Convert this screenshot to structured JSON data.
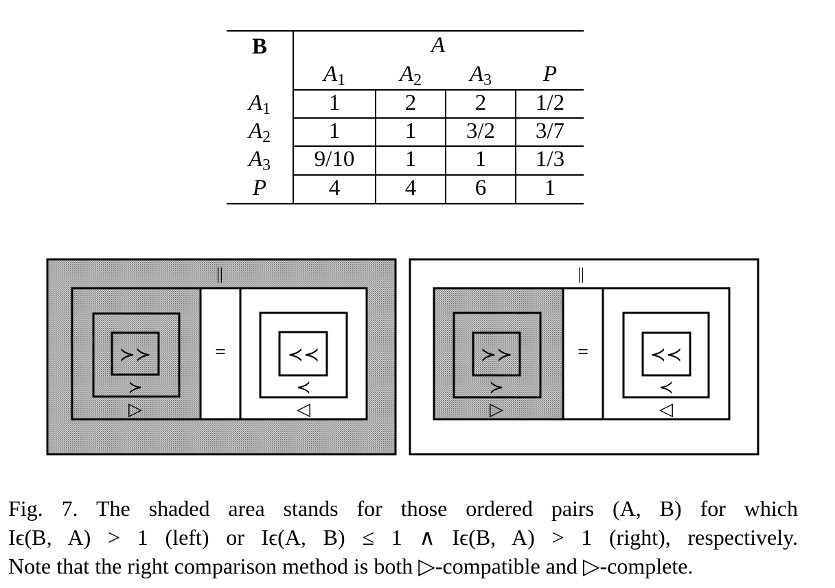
{
  "table": {
    "row_header_label": "B",
    "col_group_label": "A",
    "col_headers": [
      {
        "base": "A",
        "sub": "1"
      },
      {
        "base": "A",
        "sub": "2"
      },
      {
        "base": "A",
        "sub": "3"
      },
      {
        "base": "P",
        "sub": ""
      }
    ],
    "row_headers": [
      {
        "base": "A",
        "sub": "1"
      },
      {
        "base": "A",
        "sub": "2"
      },
      {
        "base": "A",
        "sub": "3"
      },
      {
        "base": "P",
        "sub": ""
      }
    ],
    "rows": [
      [
        "1",
        "2",
        "2",
        "1/2"
      ],
      [
        "1",
        "1",
        "3/2",
        "3/7"
      ],
      [
        "9/10",
        "1",
        "1",
        "1/3"
      ],
      [
        "4",
        "4",
        "6",
        "1"
      ]
    ]
  },
  "figure": {
    "panels": [
      {
        "shade_outer": true,
        "shade_left_box": true,
        "top_symbol": "||",
        "middle_symbol": "=",
        "left_inner_symbol": "≻≻",
        "left_mid_symbol": "≻",
        "left_outer_symbol": "▷",
        "right_inner_symbol": "≺≺",
        "right_mid_symbol": "≺",
        "right_outer_symbol": "◁"
      },
      {
        "shade_outer": false,
        "shade_left_box": true,
        "top_symbol": "||",
        "middle_symbol": "=",
        "left_inner_symbol": "≻≻",
        "left_mid_symbol": "≻",
        "left_outer_symbol": "▷",
        "right_inner_symbol": "≺≺",
        "right_mid_symbol": "≺",
        "right_outer_symbol": "◁"
      }
    ]
  },
  "caption": {
    "line1": "Fig. 7.   The shaded area stands for those ordered pairs (A, B) for which",
    "line2": "Iϵ(B, A) > 1 (left) or Iϵ(A, B) ≤ 1 ∧ Iϵ(B, A) > 1 (right), respectively.",
    "line3": "Note that the right comparison method is both ▷-compatible and ▷-complete."
  }
}
